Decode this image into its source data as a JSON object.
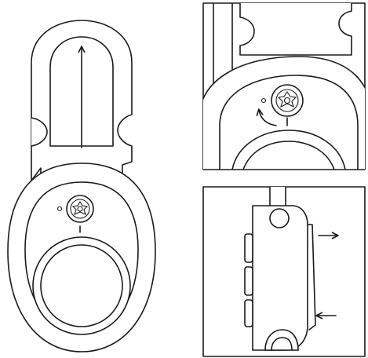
{
  "figure": {
    "panels": [
      "padlock-overview",
      "shackle-closeup",
      "side-view"
    ]
  }
}
